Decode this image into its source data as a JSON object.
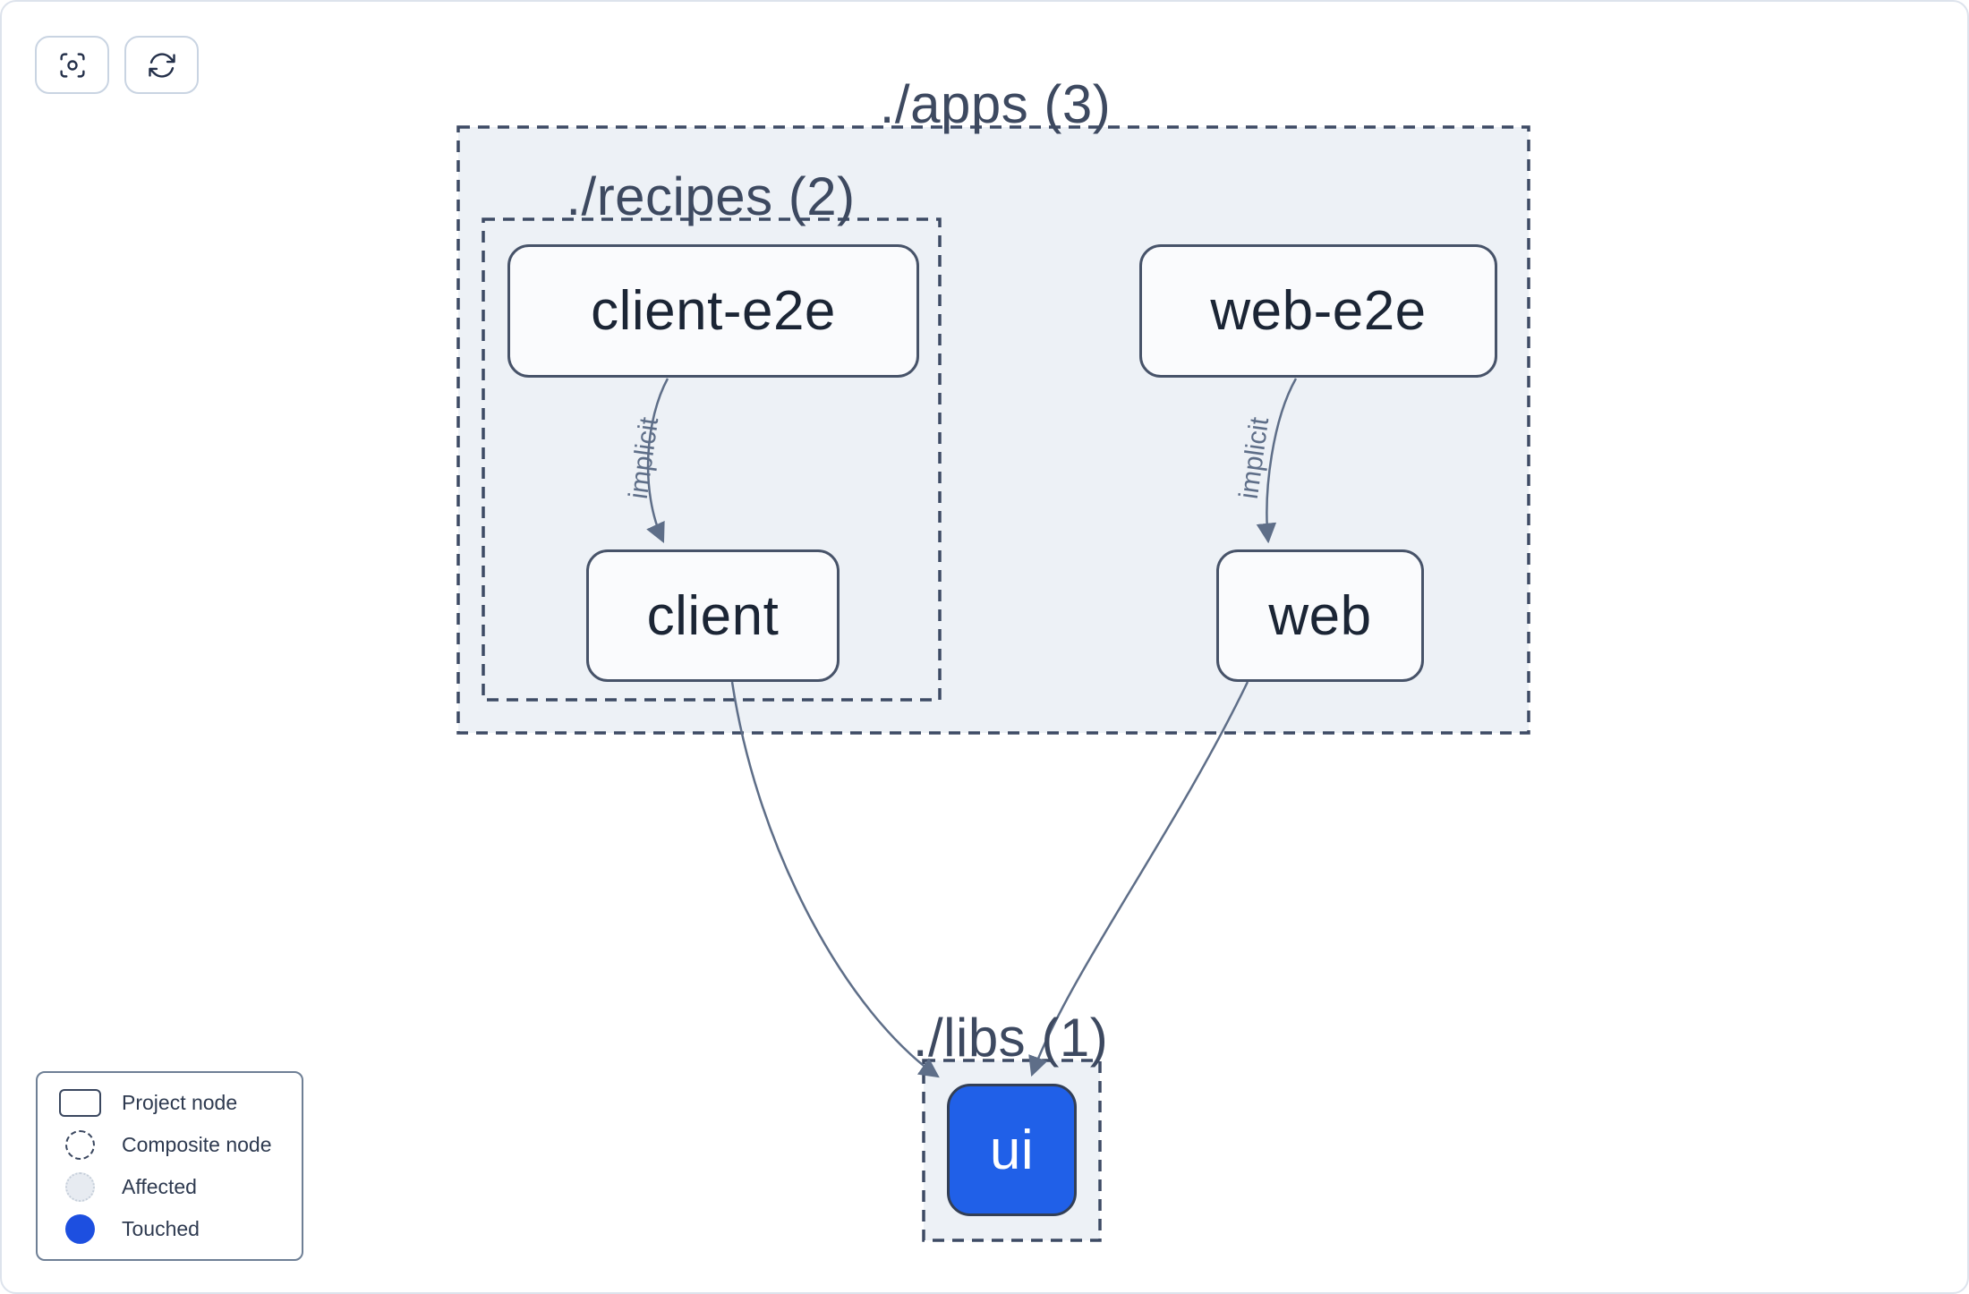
{
  "toolbar": {
    "buttons": [
      {
        "name": "zoom-to-fit",
        "icon": "viewfinder-focus-icon"
      },
      {
        "name": "refresh",
        "icon": "refresh-cycle-icon"
      }
    ]
  },
  "graph": {
    "groups": [
      {
        "id": "apps",
        "label": "./apps (3)"
      },
      {
        "id": "recipes",
        "label": "./recipes (2)"
      },
      {
        "id": "libs",
        "label": "./libs (1)"
      }
    ],
    "nodes": [
      {
        "id": "client-e2e",
        "label": "client-e2e",
        "state": "default"
      },
      {
        "id": "web-e2e",
        "label": "web-e2e",
        "state": "default"
      },
      {
        "id": "client",
        "label": "client",
        "state": "default"
      },
      {
        "id": "web",
        "label": "web",
        "state": "default"
      },
      {
        "id": "ui",
        "label": "ui",
        "state": "touched"
      }
    ],
    "edges": [
      {
        "from": "client-e2e",
        "to": "client",
        "label": "implicit"
      },
      {
        "from": "web-e2e",
        "to": "web",
        "label": "implicit"
      },
      {
        "from": "client",
        "to": "ui",
        "label": ""
      },
      {
        "from": "web",
        "to": "ui",
        "label": ""
      }
    ]
  },
  "legend": {
    "items": [
      {
        "swatch": "project-node",
        "label": "Project node"
      },
      {
        "swatch": "composite-node",
        "label": "Composite node"
      },
      {
        "swatch": "affected",
        "label": "Affected"
      },
      {
        "swatch": "touched",
        "label": "Touched"
      }
    ]
  },
  "colors": {
    "canvas_border": "#dde3ec",
    "composite_fill": "#edf1f6",
    "dashed_border": "#3d4a64",
    "node_border": "#475369",
    "node_fill": "#fafbfd",
    "node_text": "#1b2535",
    "group_title": "#3d4960",
    "edge": "#5e6e88",
    "touched_blue": "#2060e8",
    "legend_touched": "#1d4fe0",
    "affected_fill": "#e7ebf1",
    "affected_border": "#c6cfda",
    "button_border": "#c9d4e2",
    "icon": "#24304a",
    "legend_border": "#6e7f95",
    "legend_text": "#2e3a50"
  }
}
